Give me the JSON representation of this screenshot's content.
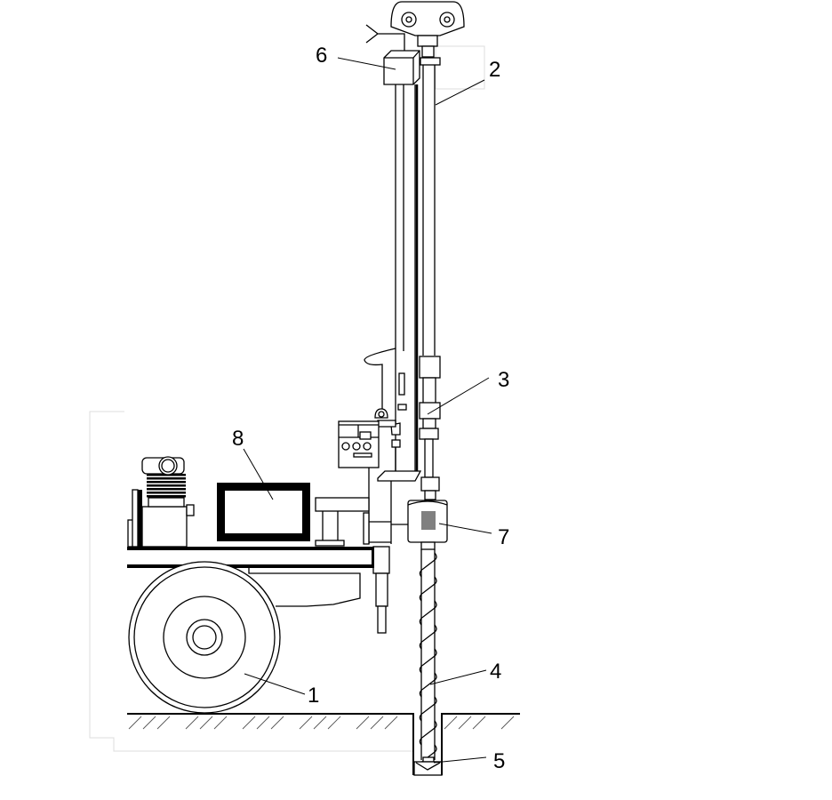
{
  "figure": {
    "labels": [
      {
        "id": "1",
        "part": "wheel"
      },
      {
        "id": "2",
        "part": "mast-column"
      },
      {
        "id": "3",
        "part": "drill-rod-coupling"
      },
      {
        "id": "4",
        "part": "auger"
      },
      {
        "id": "5",
        "part": "drill-bit"
      },
      {
        "id": "6",
        "part": "top-box"
      },
      {
        "id": "7",
        "part": "drive-motor"
      },
      {
        "id": "8",
        "part": "monitor"
      }
    ],
    "colors": {
      "line": "#000000",
      "motor_window": "#808080",
      "frame": "#dddddd"
    }
  }
}
